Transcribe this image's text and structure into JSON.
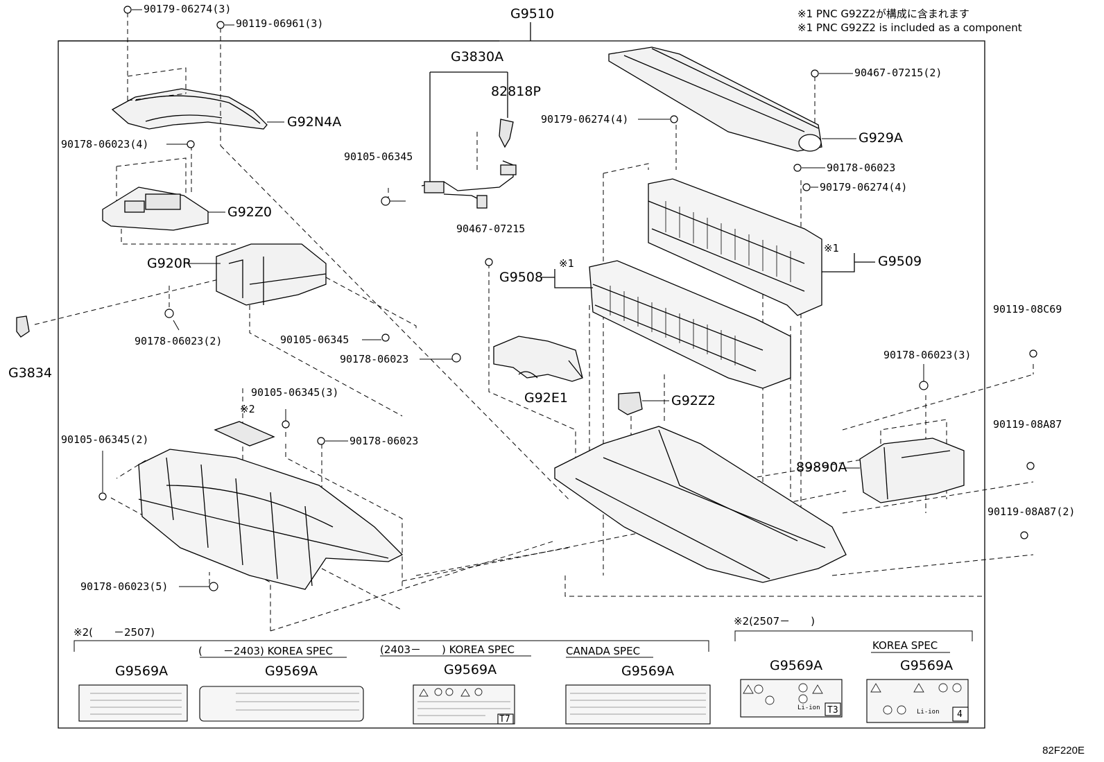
{
  "notes": {
    "note_jp": "※1 PNC G92Z2が構成に含まれます",
    "note_en": "※1 PNC G92Z2 is included as a component"
  },
  "labels": {
    "g9510": "G9510",
    "p1": "90179-06274(3)",
    "p2": "90119-06961(3)",
    "g3830a": "G3830A",
    "p82818p": "82818P",
    "g92n4a": "G92N4A",
    "p3": "90178-06023(4)",
    "p4": "90105-06345",
    "g92z0": "G92Z0",
    "p5": "90467-07215",
    "g920r": "G920R",
    "g9508": "G9508",
    "mark1a": "※1",
    "g3834": "G3834",
    "p6": "90178-06023(2)",
    "p7": "90105-06345",
    "p8": "90178-06023",
    "g92e1": "G92E1",
    "g92z2": "G92Z2",
    "p9": "90105-06345(3)",
    "mark2": "※2",
    "p10": "90105-06345(2)",
    "p11": "90178-06023",
    "p12": "90178-06023(5)",
    "p13": "90467-07215(2)",
    "p14": "90179-06274(4)",
    "g929a": "G929A",
    "p15": "90178-06023",
    "p16": "90179-06274(4)",
    "mark1b": "※1",
    "g9509": "G9509",
    "p17": "90119-08C69",
    "p18": "90178-06023(3)",
    "p19": "90119-08A87",
    "g89890a": "89890A",
    "p20": "90119-08A87(2)"
  },
  "label_section": {
    "left_group": "※2(　　－2507)",
    "right_group": "※2(2507－　　)",
    "spec_korea_old": "(　　－2403) KOREA SPEC",
    "spec_korea_new": "(2403－　　) KOREA SPEC",
    "spec_canada": "CANADA SPEC",
    "spec_korea_right": "KOREA SPEC",
    "label_pnc": "G9569A",
    "tag_t7": "T7",
    "tag_t3": "T3",
    "tag_t4": "4",
    "li_ion": "Li-ion"
  },
  "ref_code": "82F220E"
}
